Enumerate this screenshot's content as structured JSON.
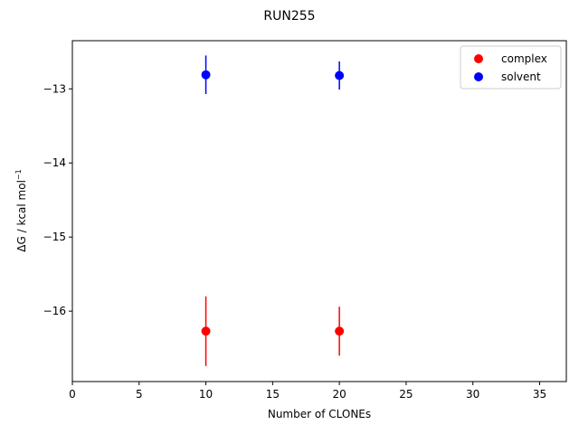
{
  "chart_data": {
    "type": "scatter",
    "title": "RUN255",
    "xlabel": "Number of CLONEs",
    "ylabel_main": "ΔG / kcal mol",
    "ylabel_sup": "−1",
    "xlim": [
      0,
      37
    ],
    "ylim": [
      -16.95,
      -12.35
    ],
    "xticks": [
      0,
      5,
      10,
      15,
      20,
      25,
      30,
      35
    ],
    "xtick_labels": [
      "0",
      "5",
      "10",
      "15",
      "20",
      "25",
      "30",
      "35"
    ],
    "yticks": [
      -13,
      -14,
      -15,
      -16
    ],
    "ytick_labels": [
      "−13",
      "−14",
      "−15",
      "−16"
    ],
    "grid": false,
    "legend_position": "top-right",
    "series": [
      {
        "name": "complex",
        "color": "#ff0000",
        "points": [
          {
            "x": 10,
            "y": -16.27,
            "err": 0.47
          },
          {
            "x": 20,
            "y": -16.27,
            "err": 0.33
          }
        ]
      },
      {
        "name": "solvent",
        "color": "#0000ff",
        "points": [
          {
            "x": 10,
            "y": -12.81,
            "err": 0.26
          },
          {
            "x": 20,
            "y": -12.82,
            "err": 0.19
          }
        ]
      }
    ]
  }
}
